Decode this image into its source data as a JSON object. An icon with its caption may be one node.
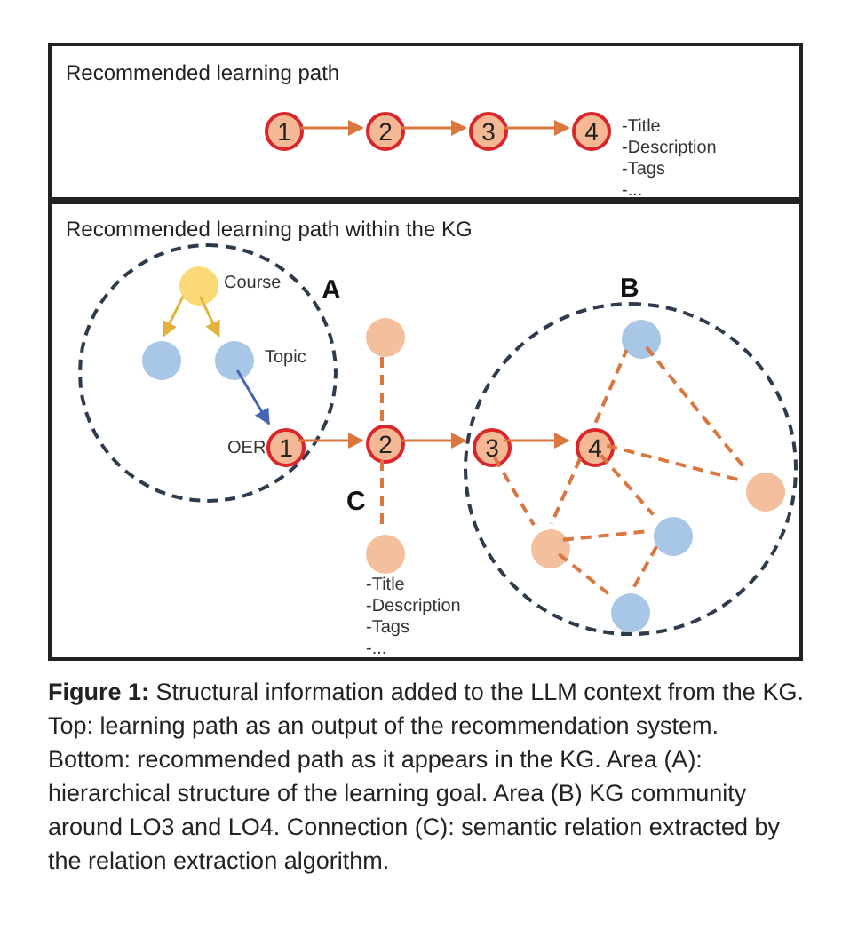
{
  "diagram": {
    "nodes": [
      {
        "text": [
          "Recommended learning path"
        ]
      },
      {
        "text": [
          "1"
        ],
        "in": 0
      },
      {
        "text": [
          "2"
        ],
        "in": 0
      },
      {
        "text": [
          "3"
        ],
        "in": 0
      },
      {
        "text": [
          "4"
        ],
        "in": 0,
        "beside": [
          "-Title",
          "-Description",
          "-Tags",
          "-..."
        ]
      },
      {
        "text": [
          "Recommended learning path within the KG"
        ]
      },
      {
        "text": [
          "A"
        ],
        "in": 5
      },
      {
        "text": [],
        "shape": "circle",
        "in": 6,
        "beside": [
          "Course"
        ]
      },
      {
        "text": [],
        "shape": "circle",
        "in": 6
      },
      {
        "text": [],
        "shape": "circle",
        "in": 6,
        "beside": [
          "Topic"
        ]
      },
      {
        "text": [
          "1"
        ],
        "in": 6,
        "beside": [
          "OER"
        ]
      },
      {
        "text": [],
        "shape": "circle",
        "in": 5
      },
      {
        "text": [
          "2"
        ],
        "in": 5
      },
      {
        "text": [],
        "shape": "circle",
        "in": 5,
        "beside": [
          "-Title",
          "-Description",
          "-Tags",
          "-..."
        ]
      },
      {
        "text": [
          "B"
        ],
        "in": 5
      },
      {
        "text": [
          "3"
        ],
        "in": 14
      },
      {
        "text": [
          "4"
        ],
        "in": 14
      },
      {
        "text": [],
        "shape": "circle",
        "in": 14
      },
      {
        "text": [],
        "shape": "circle",
        "in": 14
      },
      {
        "text": [],
        "shape": "circle",
        "in": 14
      },
      {
        "text": [],
        "shape": "circle",
        "in": 14
      },
      {
        "text": [],
        "shape": "circle",
        "in": 14
      }
    ],
    "edges": [
      {
        "from": 1,
        "to": 2,
        "arrow": "to"
      },
      {
        "from": 2,
        "to": 3,
        "arrow": "to"
      },
      {
        "from": 3,
        "to": 4,
        "arrow": "to"
      },
      {
        "from": 7,
        "to": 8,
        "arrow": "to",
        "color": "#e3b23c"
      },
      {
        "from": 7,
        "to": 9,
        "arrow": "to",
        "color": "#e3b23c"
      },
      {
        "from": 9,
        "to": 10,
        "arrow": "to",
        "color": "#4565b0"
      },
      {
        "from": 10,
        "to": 12,
        "arrow": "to"
      },
      {
        "from": 12,
        "to": 15,
        "arrow": "to"
      },
      {
        "from": 15,
        "to": 16,
        "arrow": "to"
      },
      {
        "from": 12,
        "to": 11,
        "arrow": "none",
        "style": "dashed"
      },
      {
        "from": 12,
        "to": 13,
        "arrow": "none",
        "style": "dashed"
      },
      {
        "from": 16,
        "to": 17,
        "arrow": "none",
        "style": "dashed"
      },
      {
        "from": 17,
        "to": 18,
        "arrow": "none",
        "style": "dashed"
      },
      {
        "from": 16,
        "to": 18,
        "arrow": "none",
        "style": "dashed"
      },
      {
        "from": 16,
        "to": 19,
        "arrow": "none",
        "style": "dashed"
      },
      {
        "from": 16,
        "to": 20,
        "arrow": "none",
        "style": "dashed"
      },
      {
        "from": 15,
        "to": 20,
        "arrow": "none",
        "style": "dashed"
      },
      {
        "from": 20,
        "to": 19,
        "arrow": "none",
        "style": "dashed"
      },
      {
        "from": 20,
        "to": 21,
        "arrow": "none",
        "style": "dashed"
      },
      {
        "from": 19,
        "to": 21,
        "arrow": "none",
        "style": "dashed"
      }
    ],
    "labels": [
      "C"
    ],
    "caption": "**Figure 1:** Structural information added to the LLM context from the KG. Top: learning path as an output of the recommendation system.  Bottom: recommended path as it appears in the KG. Area (A): hierarchical structure of the learning goal.  Area (B) KG community around LO3 and LO4. Connection (C): semantic relation extracted by the relation extraction algorithm."
  }
}
